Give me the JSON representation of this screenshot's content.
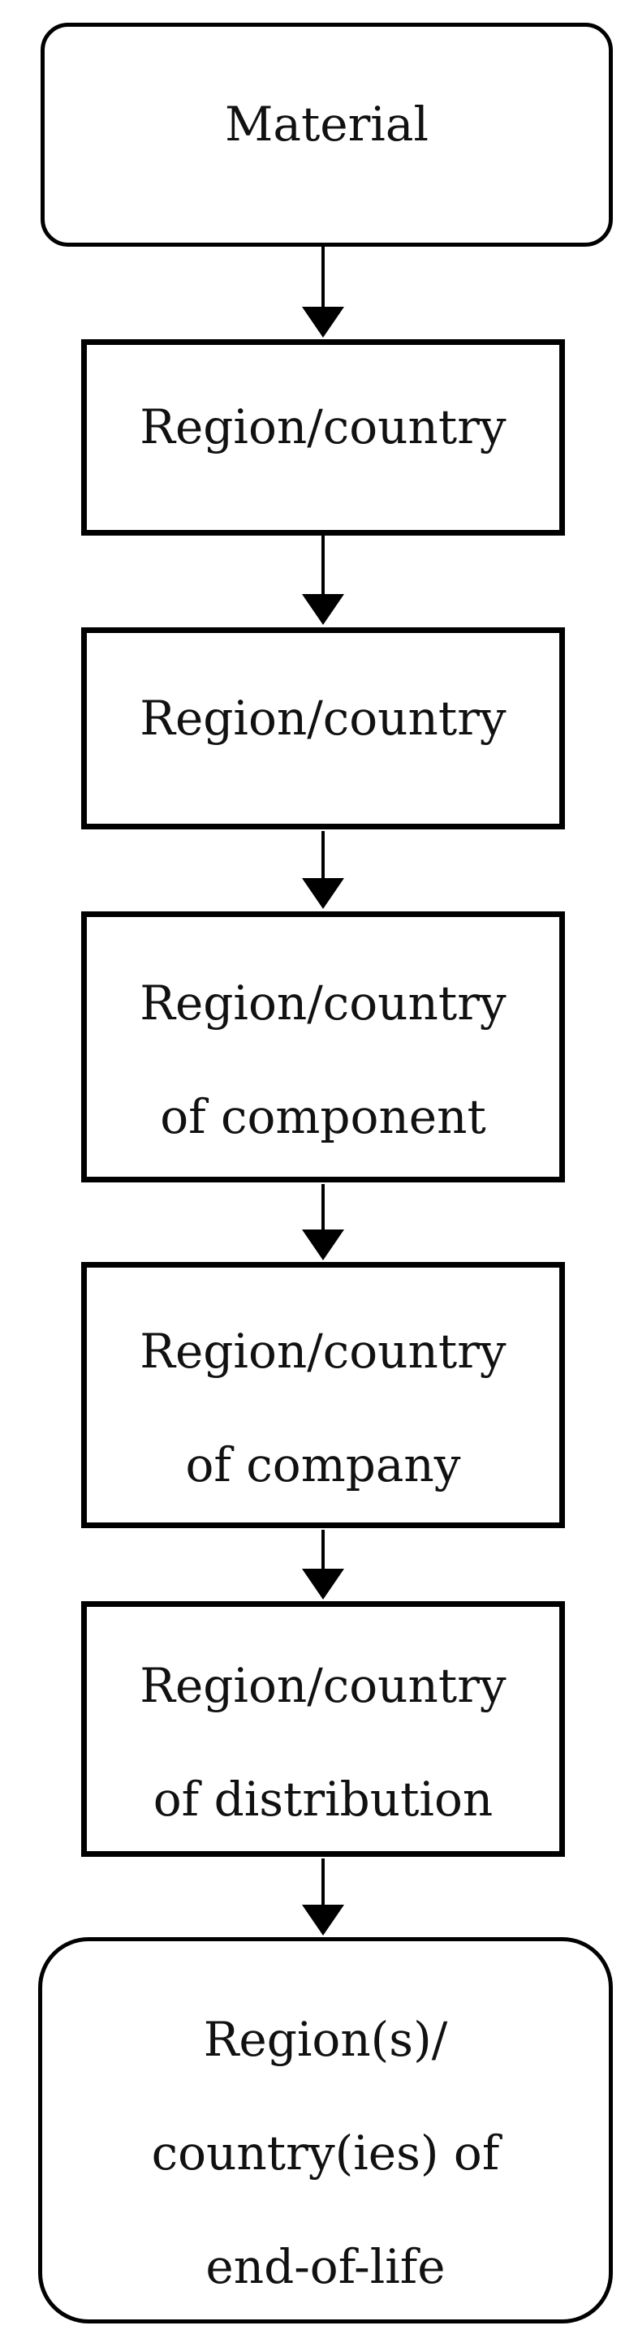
{
  "figure": {
    "type": "flowchart",
    "direction": "top-down",
    "colors": {
      "stroke": "#000000",
      "fill": "#ffffff",
      "text": "#111111"
    },
    "nodes": [
      {
        "name": "material",
        "shape": "rounded-rectangle",
        "lines": [
          "Material"
        ]
      },
      {
        "name": "region-country-1",
        "shape": "rectangle",
        "lines": [
          "Region/country"
        ]
      },
      {
        "name": "region-country-2",
        "shape": "rectangle",
        "lines": [
          "Region/country"
        ]
      },
      {
        "name": "region-country-of-component",
        "shape": "rectangle",
        "lines": [
          "Region/country",
          "of component"
        ]
      },
      {
        "name": "region-country-of-company",
        "shape": "rectangle",
        "lines": [
          "Region/country",
          "of company"
        ]
      },
      {
        "name": "region-country-of-distribution",
        "shape": "rectangle",
        "lines": [
          "Region/country",
          "of distribution"
        ]
      },
      {
        "name": "end-of-life",
        "shape": "rounded-rectangle",
        "lines": [
          "Region(s)/",
          "country(ies) of",
          "end-of-life"
        ]
      }
    ],
    "edges": [
      {
        "from": "material",
        "to": "region-country-1",
        "style": "arrow-down"
      },
      {
        "from": "region-country-1",
        "to": "region-country-2",
        "style": "arrow-down"
      },
      {
        "from": "region-country-2",
        "to": "region-country-of-component",
        "style": "arrow-down"
      },
      {
        "from": "region-country-of-component",
        "to": "region-country-of-company",
        "style": "arrow-down"
      },
      {
        "from": "region-country-of-company",
        "to": "region-country-of-distribution",
        "style": "arrow-down"
      },
      {
        "from": "region-country-of-distribution",
        "to": "end-of-life",
        "style": "arrow-down"
      }
    ]
  }
}
